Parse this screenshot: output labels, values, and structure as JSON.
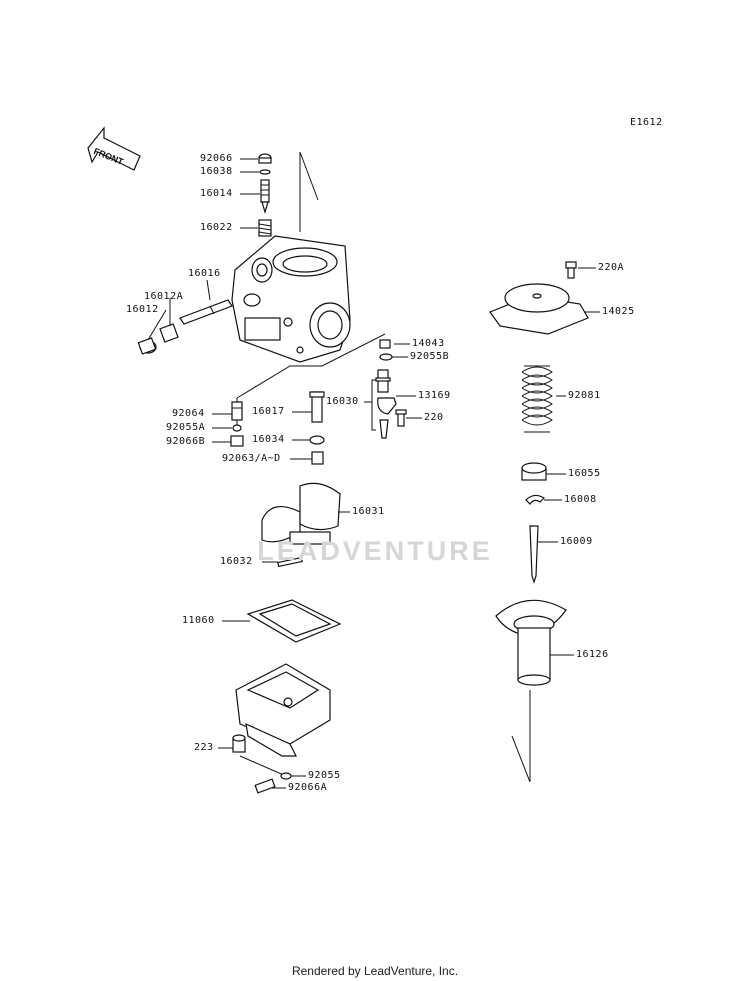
{
  "diagram_code": "E1612",
  "front_label": "FRONT",
  "footer": "Rendered by LeadVenture, Inc.",
  "watermark": "LEADVENTURE",
  "parts": [
    {
      "id": "p92066",
      "label": "92066"
    },
    {
      "id": "p16038",
      "label": "16038"
    },
    {
      "id": "p16014",
      "label": "16014"
    },
    {
      "id": "p16022",
      "label": "16022"
    },
    {
      "id": "p16016",
      "label": "16016"
    },
    {
      "id": "p16012A",
      "label": "16012A"
    },
    {
      "id": "p16012",
      "label": "16012"
    },
    {
      "id": "p14043",
      "label": "14043"
    },
    {
      "id": "p92055B",
      "label": "92055B"
    },
    {
      "id": "p16030",
      "label": "16030"
    },
    {
      "id": "p13169",
      "label": "13169"
    },
    {
      "id": "p220",
      "label": "220"
    },
    {
      "id": "p92064",
      "label": "92064"
    },
    {
      "id": "p16017",
      "label": "16017"
    },
    {
      "id": "p92055A",
      "label": "92055A"
    },
    {
      "id": "p16034",
      "label": "16034"
    },
    {
      "id": "p92066B",
      "label": "92066B"
    },
    {
      "id": "p92063",
      "label": "92063/A~D"
    },
    {
      "id": "p16031",
      "label": "16031"
    },
    {
      "id": "p16032",
      "label": "16032"
    },
    {
      "id": "p11060",
      "label": "11060"
    },
    {
      "id": "p223",
      "label": "223"
    },
    {
      "id": "p92055",
      "label": "92055"
    },
    {
      "id": "p92066A",
      "label": "92066A"
    },
    {
      "id": "p220A",
      "label": "220A"
    },
    {
      "id": "p14025",
      "label": "14025"
    },
    {
      "id": "p92081",
      "label": "92081"
    },
    {
      "id": "p16055",
      "label": "16055"
    },
    {
      "id": "p16008",
      "label": "16008"
    },
    {
      "id": "p16009",
      "label": "16009"
    },
    {
      "id": "p16126",
      "label": "16126"
    }
  ]
}
